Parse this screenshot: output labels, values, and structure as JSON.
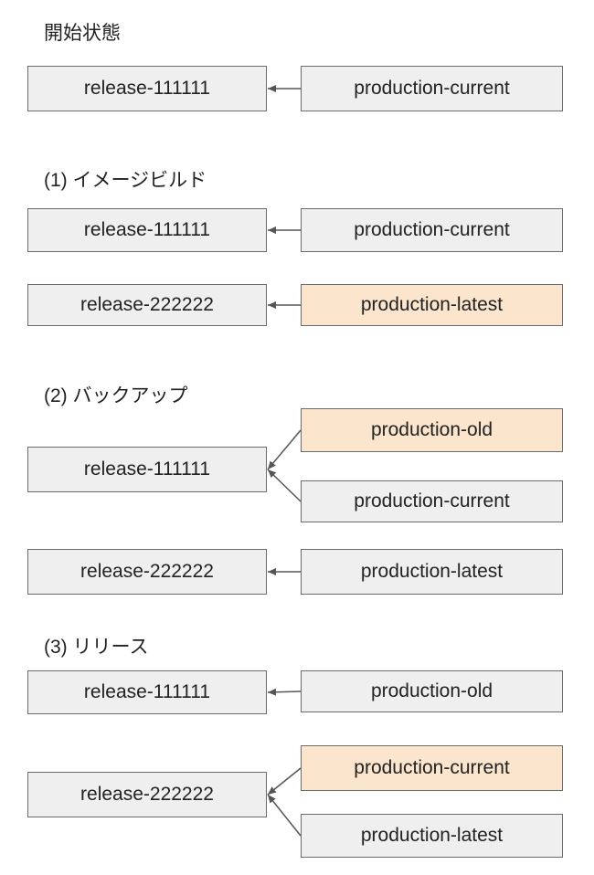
{
  "colors": {
    "normal": "#efefef",
    "highlight": "#fbe5cd",
    "border": "#6b6b6b",
    "arrow": "#555555"
  },
  "stages": [
    {
      "title": "開始状態",
      "releases": [
        "release-111111"
      ],
      "pointers": [
        {
          "label": "production-current",
          "target": 0,
          "highlight": false
        }
      ]
    },
    {
      "title": "(1) イメージビルド",
      "releases": [
        "release-111111",
        "release-222222"
      ],
      "pointers": [
        {
          "label": "production-current",
          "target": 0,
          "highlight": false
        },
        {
          "label": "production-latest",
          "target": 1,
          "highlight": true
        }
      ]
    },
    {
      "title": "(2) バックアップ",
      "releases": [
        "release-111111",
        "release-222222"
      ],
      "pointers": [
        {
          "label": "production-old",
          "target": 0,
          "highlight": true
        },
        {
          "label": "production-current",
          "target": 0,
          "highlight": false
        },
        {
          "label": "production-latest",
          "target": 1,
          "highlight": false
        }
      ]
    },
    {
      "title": "(3) リリース",
      "releases": [
        "release-111111",
        "release-222222"
      ],
      "pointers": [
        {
          "label": "production-old",
          "target": 0,
          "highlight": false
        },
        {
          "label": "production-current",
          "target": 1,
          "highlight": true
        },
        {
          "label": "production-latest",
          "target": 1,
          "highlight": false
        }
      ]
    }
  ]
}
